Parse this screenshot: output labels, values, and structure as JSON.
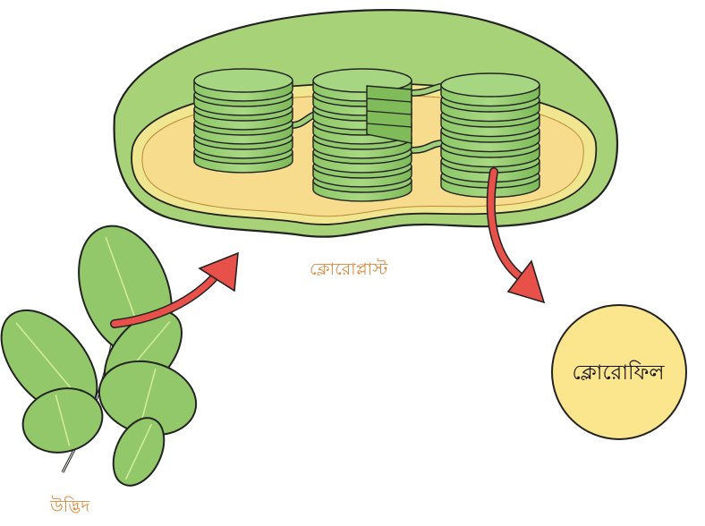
{
  "labels": {
    "chloroplast": "ক্লোরোপ্লাস্ট",
    "plant": "উদ্ভিদ",
    "chlorophyll": "ক্লোরোফিল"
  },
  "colors": {
    "label_text": "#d98a3d",
    "arrow": "#e8504a",
    "membrane_green": "#a8d277",
    "membrane_dark": "#7fb24f",
    "stroma": "#f6dc8c",
    "thylakoid": "#9ed07a",
    "thylakoid_dark": "#6fae4d",
    "leaf": "#92c86a",
    "leaf_vein": "#d6ec9a",
    "chlorophyll_circle": "#fbe58d",
    "outline": "#222222"
  },
  "icons": {
    "plant": "leafy-sprig-icon",
    "chloroplast": "chloroplast-cross-section-icon",
    "arrows": "curved-arrow-icon",
    "chlorophyll": "circle-shape"
  }
}
